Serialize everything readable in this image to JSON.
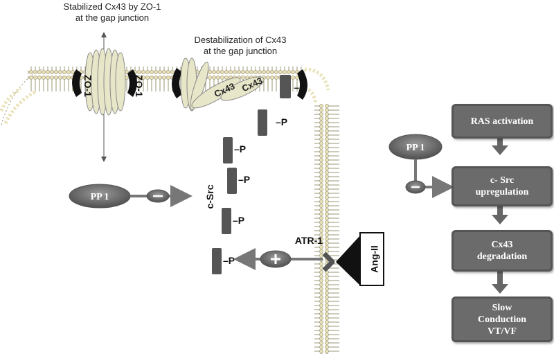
{
  "labels": {
    "stabilized_line1": "Stabilized Cx43 by ZO-1",
    "stabilized_line2": "at the gap junction",
    "destabilized_line1": "Destabilization of Cx43",
    "destabilized_line2": "at the gap junction",
    "zo1": "ZO-1",
    "cx43": "Cx43",
    "csrc": "c-Src",
    "phospho": "P",
    "pp1": "PP 1",
    "atr1": "ATR-1",
    "angii": "Ang-II"
  },
  "flowchart": {
    "steps": [
      {
        "line1": "RAS activation",
        "line2": "",
        "line3": ""
      },
      {
        "line1": "c- Src",
        "line2": "upregulation",
        "line3": ""
      },
      {
        "line1": "Cx43",
        "line2": "degradation",
        "line3": ""
      },
      {
        "line1": "Slow",
        "line2": "Conduction",
        "line3": "VT/VF"
      }
    ]
  },
  "colors": {
    "box_fill": "#6b6b6b",
    "arrow": "#666666",
    "connexin_fill": "#e8e6c8",
    "membrane_bead": "#e9e1b7",
    "kinase_block": "#555555",
    "zo1_black": "#111111"
  }
}
